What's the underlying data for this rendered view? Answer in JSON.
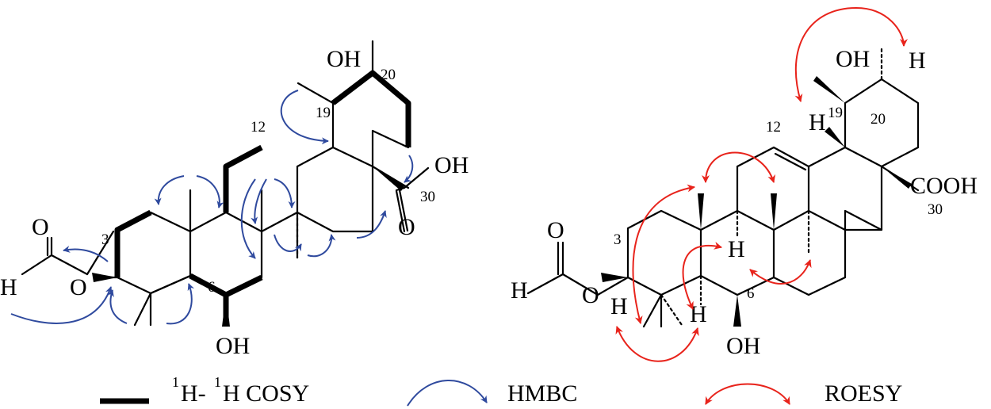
{
  "structure_left": {
    "atoms": {
      "formyl_o": "O",
      "formyl_h": "H",
      "ester_o": "O",
      "oh_19": "OH",
      "oh_6": "OH",
      "acid_oh": "OH",
      "acid_o": "O"
    },
    "numbers": [
      "3",
      "6",
      "12",
      "19",
      "20",
      "30"
    ]
  },
  "structure_right": {
    "atoms": {
      "formyl_o": "O",
      "formyl_h": "H",
      "ester_o": "O",
      "oh_19": "OH",
      "oh_6": "OH",
      "h_20": "H",
      "h_19": "H",
      "h_9": "H",
      "h_3": "H",
      "h_5": "H",
      "cooh": "COOH"
    },
    "numbers": [
      "3",
      "6",
      "12",
      "19",
      "20",
      "30"
    ]
  },
  "legend": {
    "cosy_sup1": "1",
    "cosy_h1": "H-",
    "cosy_sup2": "1",
    "cosy_h2": "H COSY",
    "hmbc": "HMBC",
    "roesy": "ROESY"
  },
  "colors": {
    "hmbc": "#2f4a9e",
    "roesy": "#e8231b",
    "bond": "#000000"
  }
}
